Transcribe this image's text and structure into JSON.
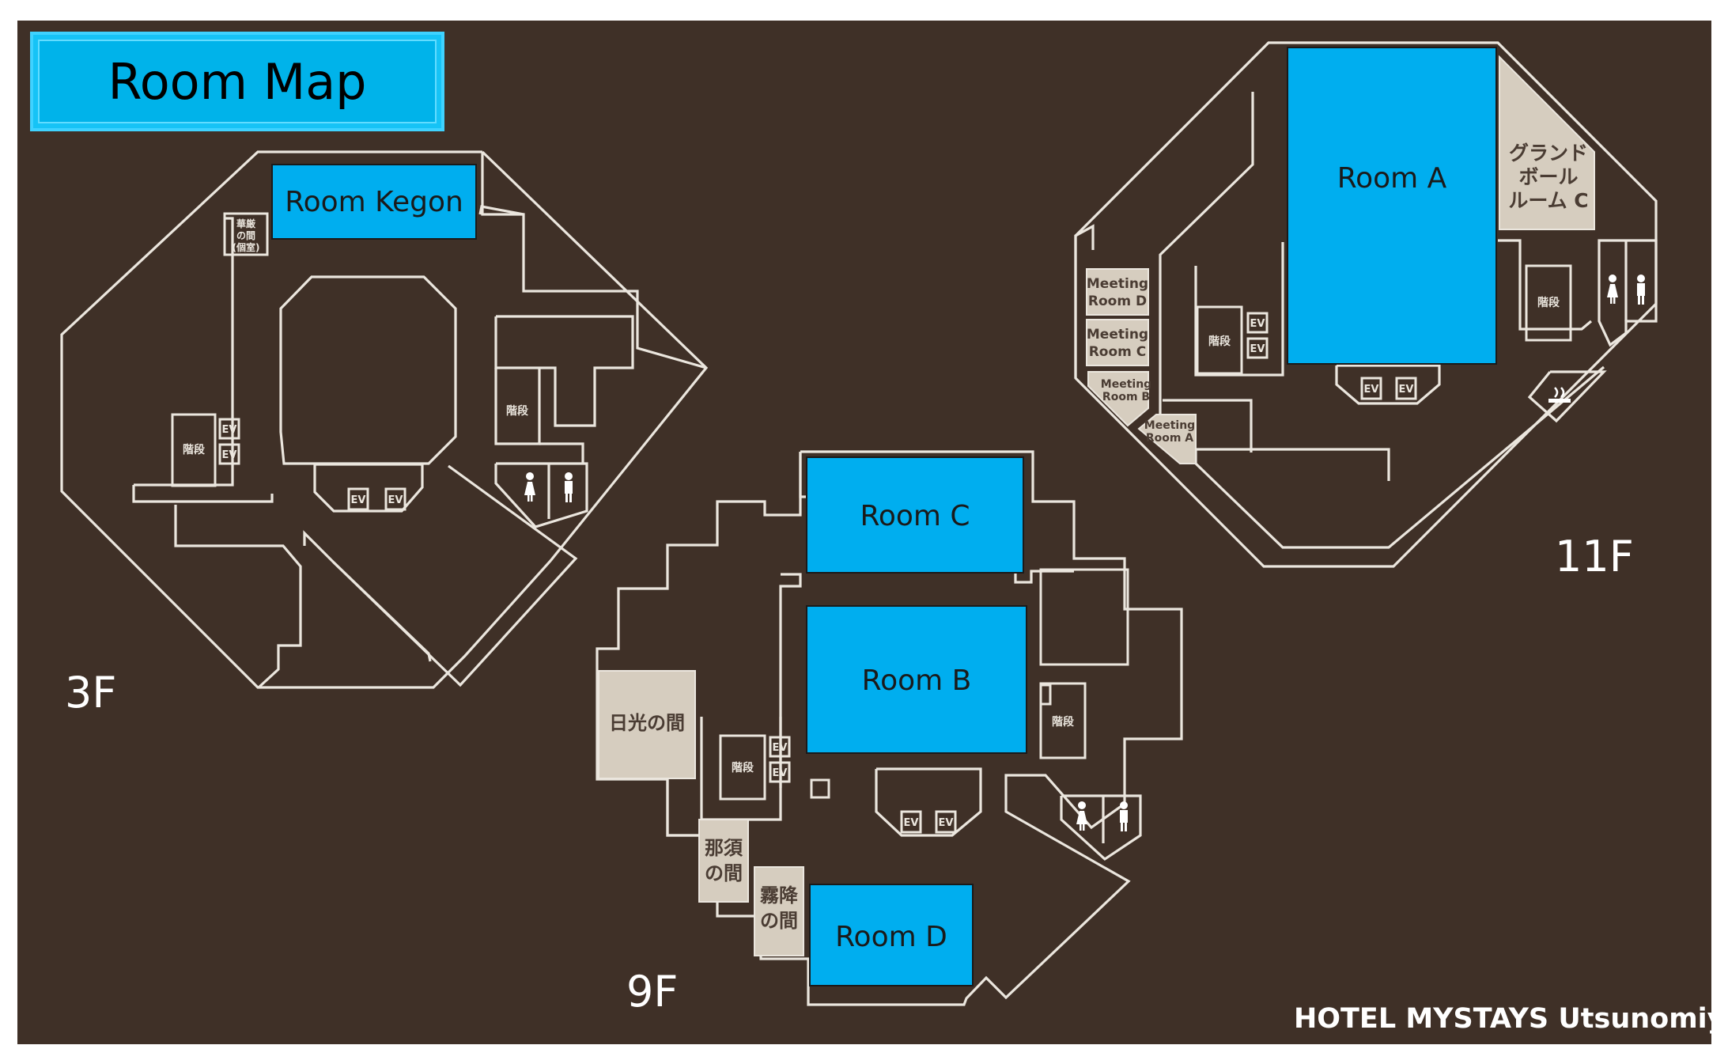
{
  "title": "Room Map",
  "brand": "HOTEL MYSTAYS Utsunomiya",
  "colors": {
    "background": "#3f3027",
    "room_blue": "#00aeef",
    "room_beige": "#d6cdbf",
    "walls": "#ebe6de"
  },
  "floors": {
    "f3": {
      "label": "3F",
      "rooms": {
        "kegon": "Room Kegon"
      },
      "small_rooms": {
        "kasumi_line1": "華厳",
        "kasumi_line2": "の間",
        "kasumi_line3": "(個室)"
      },
      "stairs": "階段",
      "ev": "EV"
    },
    "f9": {
      "label": "9F",
      "rooms": {
        "c": "Room C",
        "b": "Room B",
        "d": "Room D"
      },
      "beige_rooms": {
        "nikko": "日光の間",
        "nasu_line1": "那須",
        "nasu_line2": "の間",
        "kirifuri_line1": "霧降",
        "kirifuri_line2": "の間"
      },
      "stairs": "階段",
      "ev": "EV"
    },
    "f11": {
      "label": "11F",
      "rooms": {
        "a": "Room A"
      },
      "beige_rooms": {
        "grand_c_line1": "グランド",
        "grand_c_line2": "ボール",
        "grand_c_line3": "ルーム C",
        "meeting_d_line1": "Meeting",
        "meeting_d_line2": "Room D",
        "meeting_c_line1": "Meeting",
        "meeting_c_line2": "Room C",
        "meeting_b_line1": "Meeting",
        "meeting_b_line2": "Room B",
        "meeting_a_line1": "Meeting",
        "meeting_a_line2": "Room A"
      },
      "stairs": "階段",
      "ev": "EV"
    }
  },
  "icons": [
    "female-restroom-icon",
    "male-restroom-icon",
    "smoking-area-icon"
  ]
}
